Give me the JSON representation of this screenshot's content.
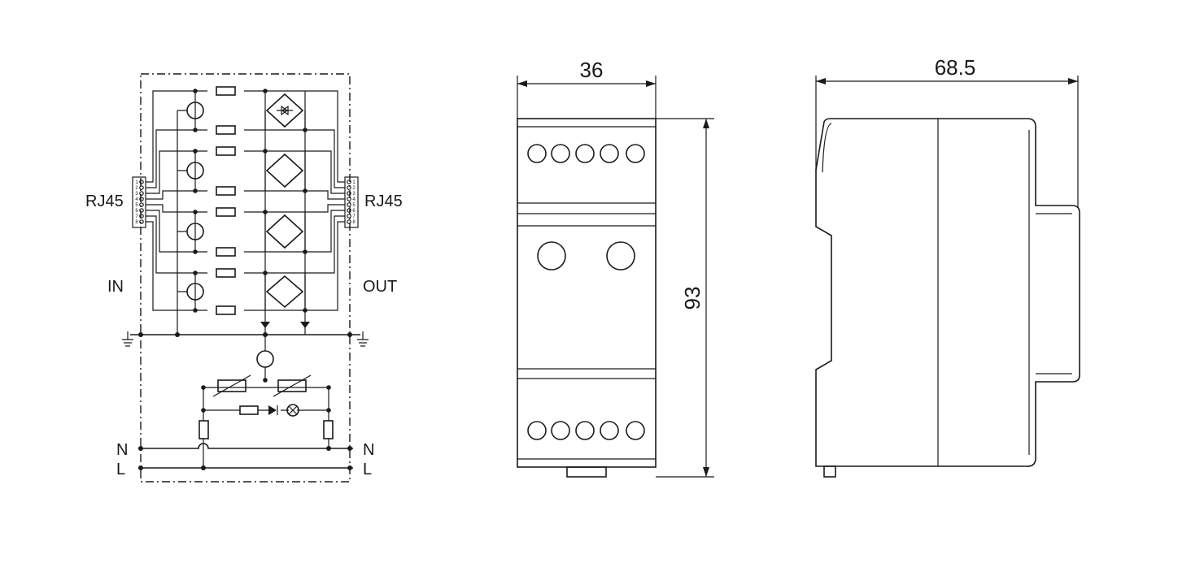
{
  "schematic": {
    "left_connector": "RJ45",
    "right_connector": "RJ45",
    "side_in": "IN",
    "side_out": "OUT",
    "pins": [
      "1",
      "2",
      "3",
      "4",
      "5",
      "6",
      "7",
      "8"
    ],
    "power_left_n": "N",
    "power_left_l": "L",
    "power_right_n": "N",
    "power_right_l": "L"
  },
  "front_view": {
    "width_dim": "36",
    "height_dim": "93"
  },
  "side_view": {
    "depth_dim": "68.5"
  }
}
